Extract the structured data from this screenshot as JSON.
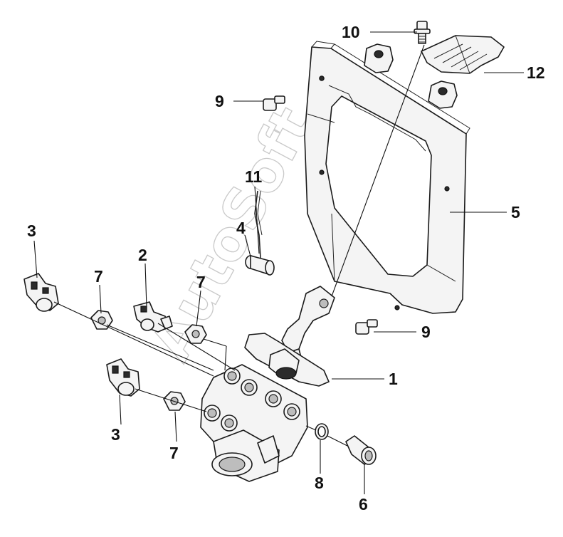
{
  "watermark": "AutoSoft",
  "callouts": {
    "c1": "1",
    "c2": "2",
    "c3a": "3",
    "c3b": "3",
    "c4": "4",
    "c5": "5",
    "c6": "6",
    "c7a": "7",
    "c7b": "7",
    "c7c": "7",
    "c8": "8",
    "c9a": "9",
    "c9b": "9",
    "c10": "10",
    "c11": "11",
    "c12": "12"
  }
}
